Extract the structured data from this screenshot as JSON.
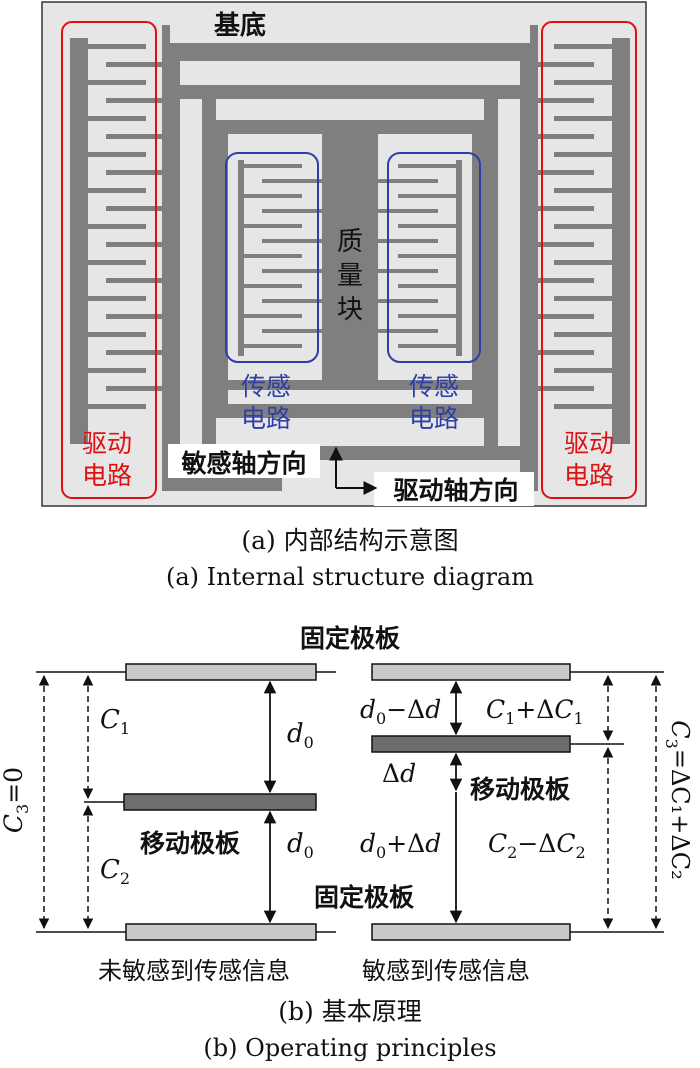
{
  "colors": {
    "substrate_bg": "#e6e6e6",
    "structure": "#7f7f7f",
    "drive_box": "#e01010",
    "sense_box": "#2f3fa8",
    "plate_light": "#c9c9c9",
    "plate_dark": "#6e6e6e",
    "line": "#111111"
  },
  "figure_a": {
    "substrate_label": "基底",
    "proof_mass_chars": [
      "质",
      "量",
      "块"
    ],
    "drive_circuit_line1": "驱动",
    "drive_circuit_line2": "电路",
    "sense_circuit_line1": "传感",
    "sense_circuit_line2": "电路",
    "sense_axis_label": "敏感轴方向",
    "drive_axis_label": "驱动轴方向",
    "caption_cn": "(a) 内部结构示意图",
    "caption_en": "(a) Internal structure diagram"
  },
  "figure_b": {
    "fixed_plate_top": "固定极板",
    "fixed_plate_bottom": "固定极板",
    "moving_plate_left": "移动极板",
    "moving_plate_right": "移动极板",
    "left_c3": "=0",
    "right_c3": "=ΔC₁+ΔC₂",
    "state_not_sensed": "未敏感到传感信息",
    "state_sensed": "敏感到传感信息",
    "caption_cn": "(b) 基本原理",
    "caption_en": "(b) Operating principles"
  }
}
